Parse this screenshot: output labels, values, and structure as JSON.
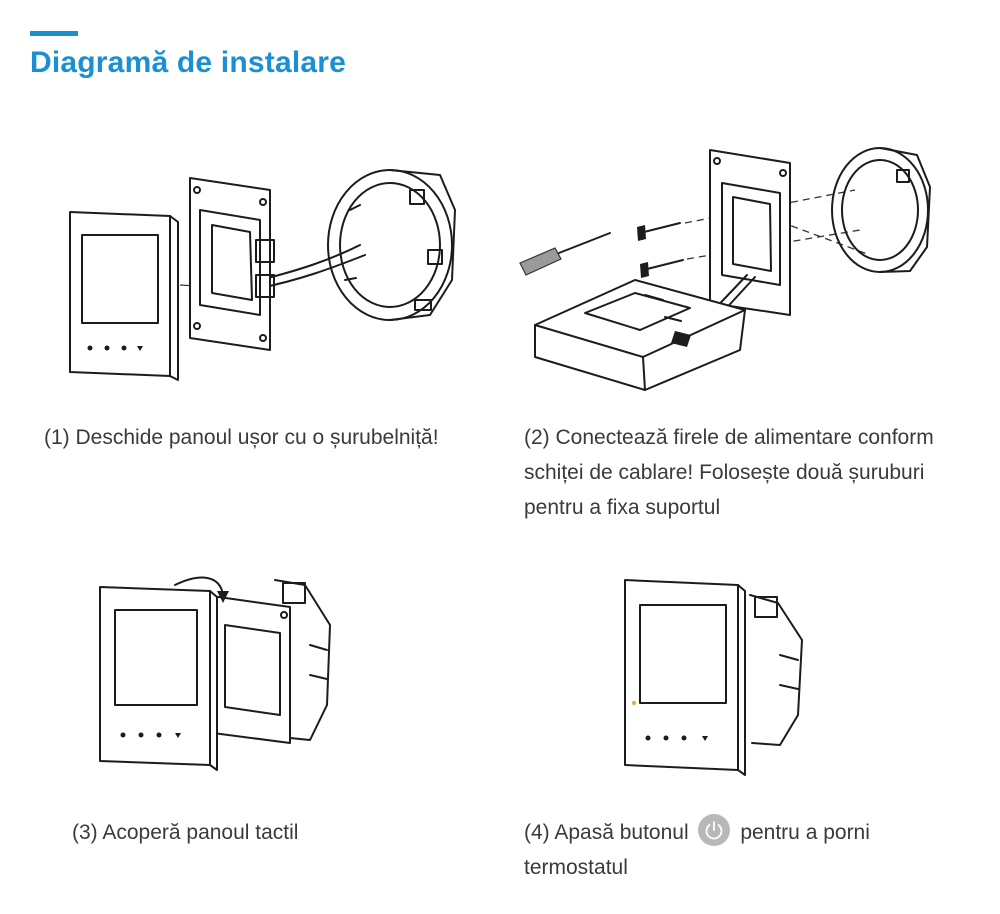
{
  "header": {
    "title": "Diagramă de instalare",
    "accent_color": "#1a8fd1"
  },
  "steps": [
    {
      "caption": "(1) Deschide panoul ușor cu o șurubelniță!"
    },
    {
      "caption_lines": [
        "(2) Conectează firele de alimentare conform",
        "schiței de cablare! Folosește două șuruburi",
        "pentru a fixa suportul"
      ]
    },
    {
      "caption": "(3) Acoperă panoul tactil"
    },
    {
      "caption_before": "(4) Apasă butonul",
      "caption_after": "pentru a porni",
      "caption_line2": "termostatul",
      "icon": "power-icon"
    }
  ]
}
